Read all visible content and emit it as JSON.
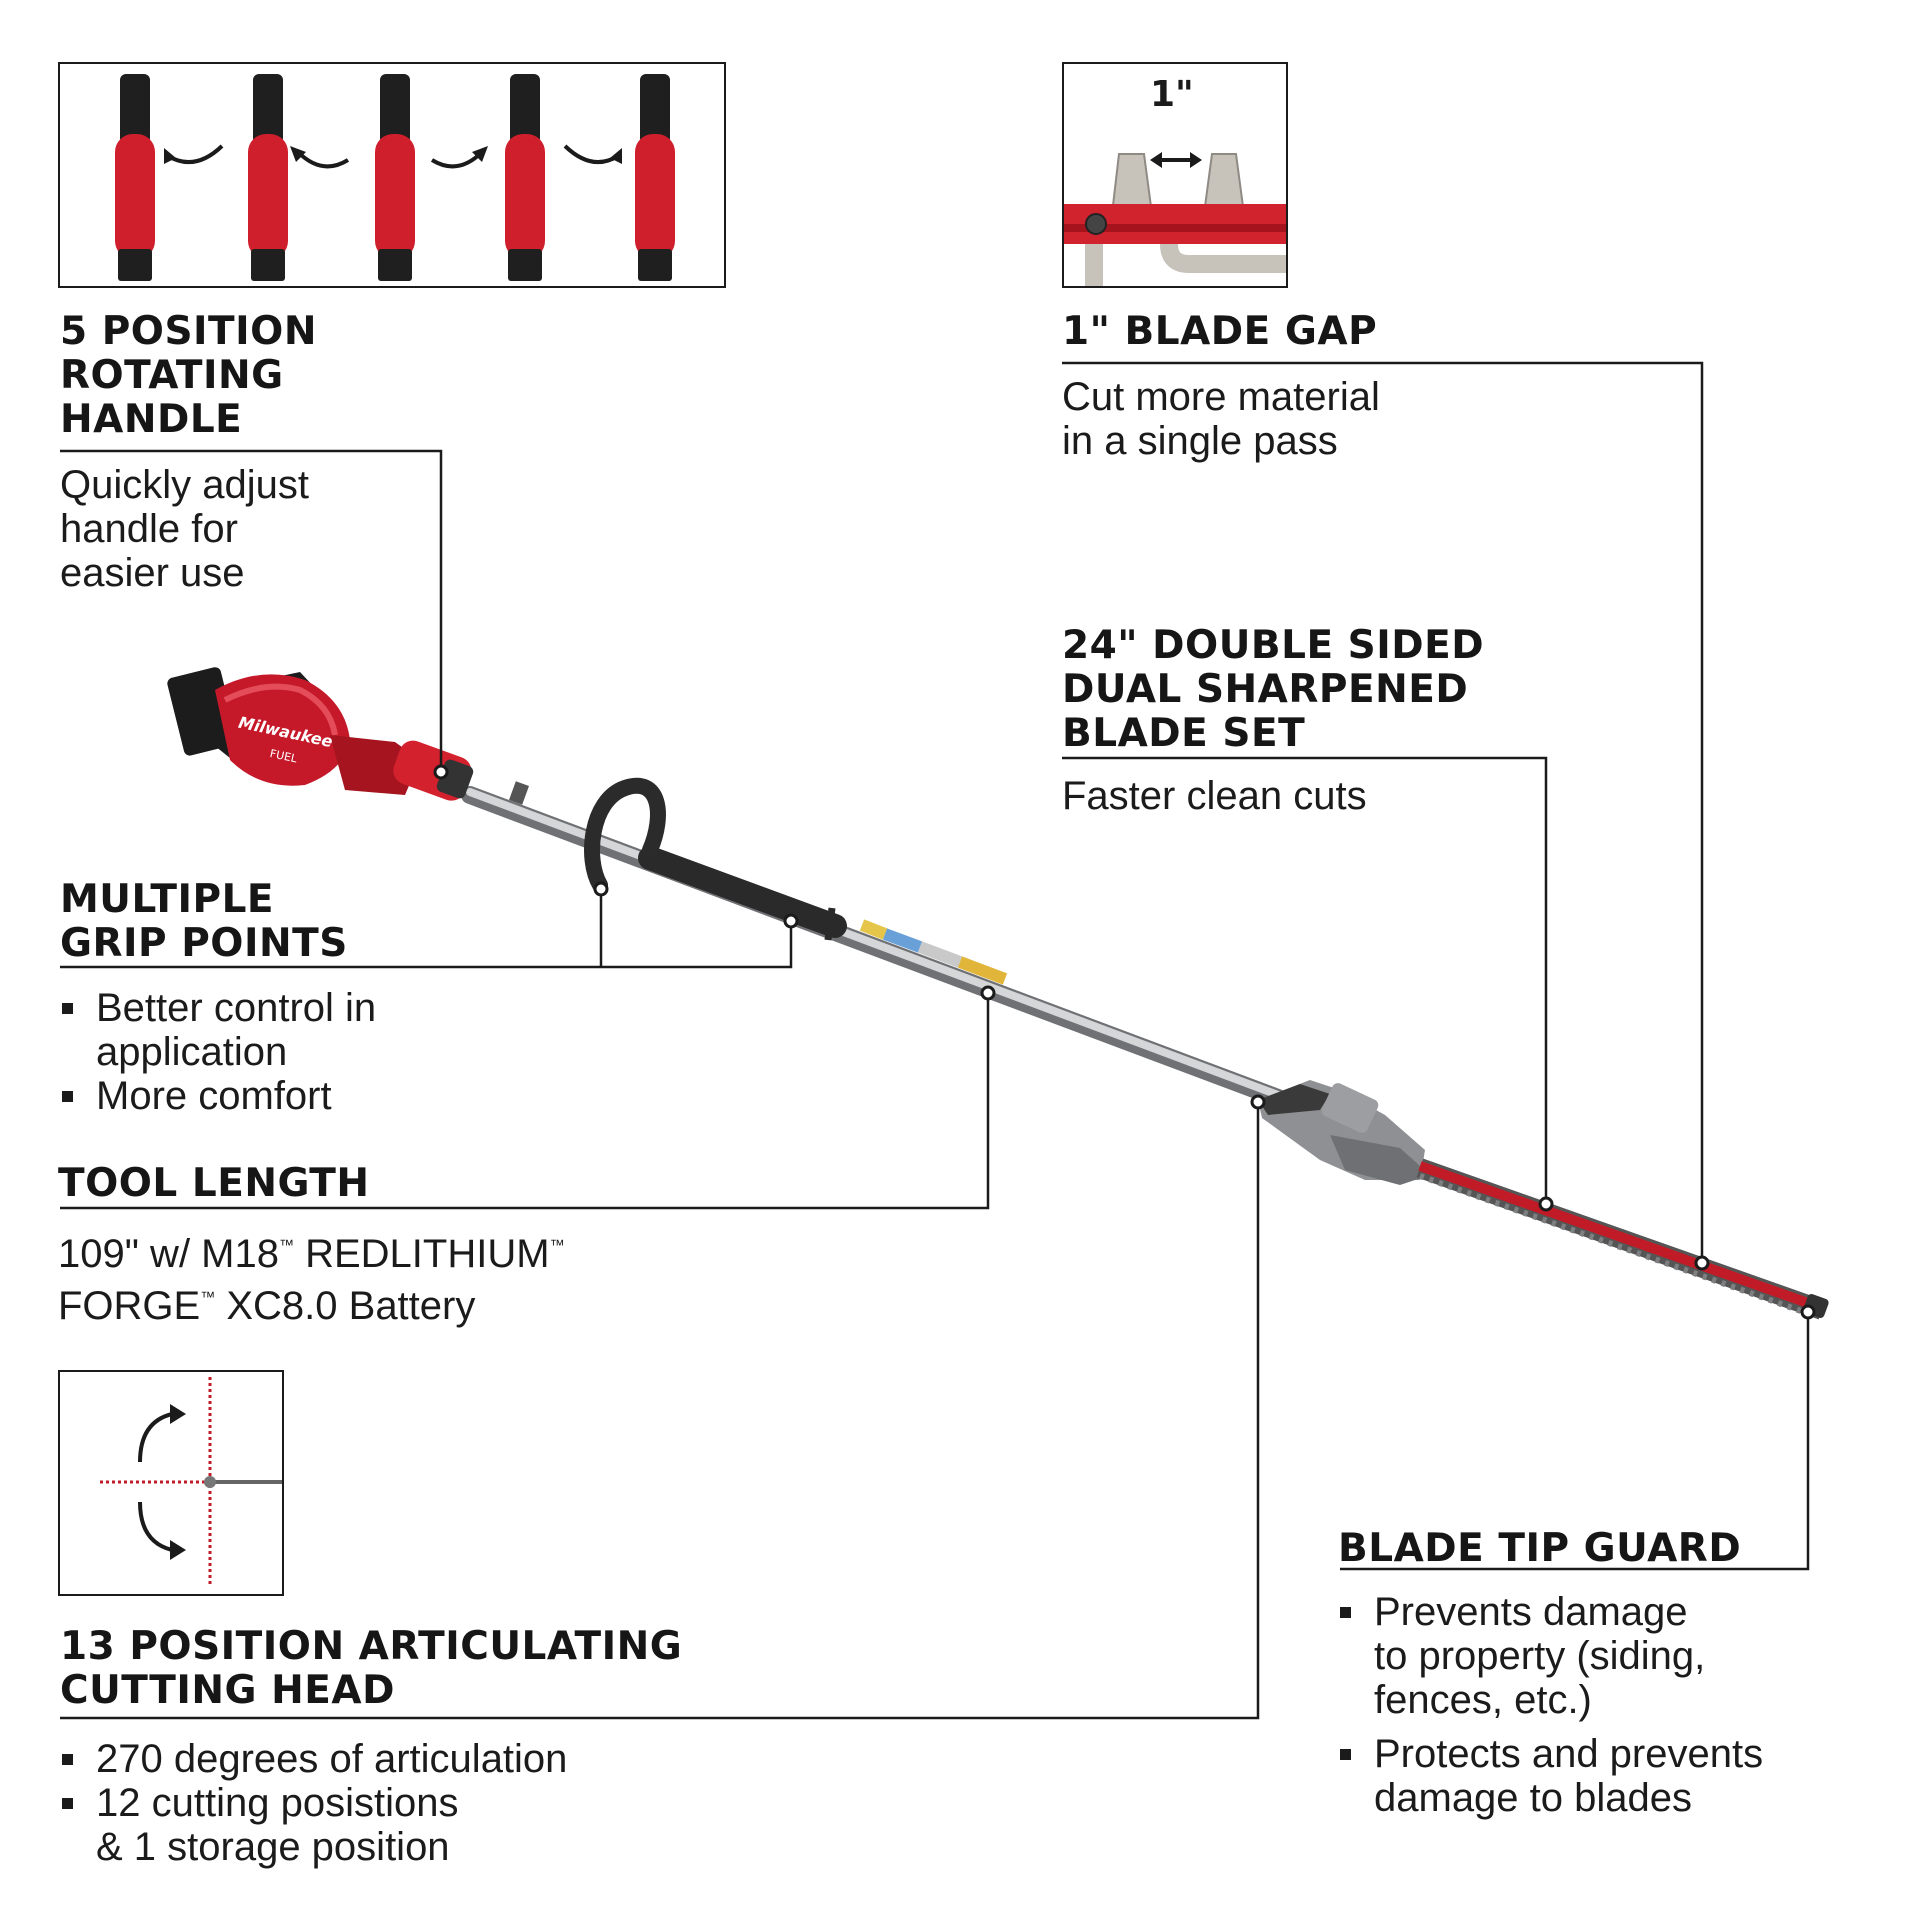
{
  "colors": {
    "accent_red": "#d6202b",
    "dark_red": "#9e1119",
    "text": "#1b1b1b",
    "callout_line": "#1b1b1b",
    "tool_grey": "#8d8f92"
  },
  "features": {
    "rotating_handle": {
      "title": [
        "5 POSITION",
        "ROTATING",
        "HANDLE"
      ],
      "description": [
        "Quickly adjust",
        "handle for",
        "easier use"
      ]
    },
    "blade_gap": {
      "inset_label": "1\"",
      "title": "1\" BLADE GAP",
      "description": [
        "Cut more material",
        "in a single pass"
      ]
    },
    "blade_set": {
      "title": [
        "24\" DOUBLE SIDED",
        "DUAL SHARPENED",
        "BLADE SET"
      ],
      "description": "Faster clean cuts"
    },
    "grip_points": {
      "title": [
        "MULTIPLE",
        "GRIP POINTS"
      ],
      "bullets": [
        [
          "Better control in",
          "application"
        ],
        [
          "More comfort"
        ]
      ]
    },
    "tool_length": {
      "title": "TOOL LENGTH",
      "line1_a": "109\" w/ M18",
      "tm": "™",
      "line1_b": " REDLITHIUM",
      "line2_a": "FORGE",
      "line2_b": " XC8.0 Battery"
    },
    "articulating_head": {
      "title": [
        "13 POSITION ARTICULATING",
        "CUTTING HEAD"
      ],
      "bullets": [
        [
          "270 degrees of articulation"
        ],
        [
          "12 cutting posistions",
          "& 1 storage position"
        ]
      ]
    },
    "blade_tip_guard": {
      "title": "BLADE TIP GUARD",
      "bullets": [
        [
          "Prevents damage",
          "to property (siding,",
          "fences, etc.)"
        ],
        [
          "Protects and prevents",
          "damage to blades"
        ]
      ]
    }
  },
  "tool": {
    "brand_mark": "Milwaukee",
    "sub_mark": "FUEL"
  }
}
